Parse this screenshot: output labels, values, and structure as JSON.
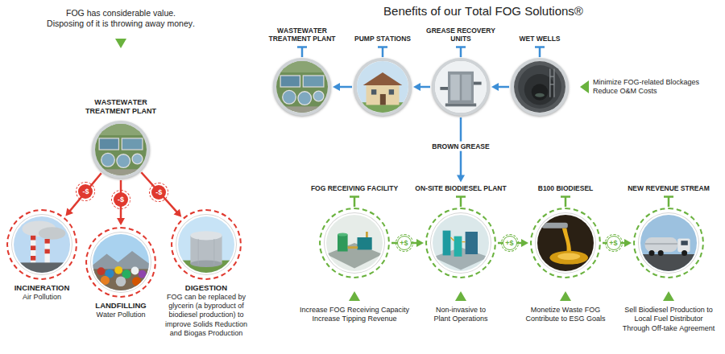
{
  "diagram": {
    "title": "Benefits of our Total FOG Solutions®",
    "nodes": [
      {
        "text": [
          "WASTEWATER TREATMENT PLANT"
        ]
      },
      {
        "text": [
          "INCINERATION",
          "Air Pollution"
        ]
      },
      {
        "text": [
          "LANDFILLING",
          "Water Pollution"
        ]
      },
      {
        "text": [
          "DIGESTION",
          "FOG can be replaced by glycerin (a byproduct of biodiesel production) to improve Solids Reduction and Biogas Production"
        ]
      },
      {
        "text": [
          "WASTEWATER TREATMENT PLANT"
        ]
      },
      {
        "text": [
          "PUMP STATIONS"
        ]
      },
      {
        "text": [
          "GREASE RECOVERY UNITS"
        ]
      },
      {
        "text": [
          "WET WELLS"
        ]
      },
      {
        "text": [
          "FOG RECEIVING FACILITY"
        ]
      },
      {
        "text": [
          "ON-SITE BIODIESEL PLANT"
        ]
      },
      {
        "text": [
          "B100 BIODIESEL"
        ]
      },
      {
        "text": [
          "NEW REVENUE STREAM"
        ]
      }
    ],
    "edges": [
      {
        "from": 0,
        "to": 1,
        "label": "-$",
        "arrow": "to"
      },
      {
        "from": 0,
        "to": 2,
        "label": "-$",
        "arrow": "to"
      },
      {
        "from": 0,
        "to": 3,
        "label": "-$",
        "arrow": "to"
      },
      {
        "from": 7,
        "to": 6,
        "arrow": "to"
      },
      {
        "from": 6,
        "to": 5,
        "arrow": "to"
      },
      {
        "from": 5,
        "to": 4,
        "arrow": "to"
      },
      {
        "from": 6,
        "to": 9,
        "label": "BROWN GREASE",
        "arrow": "to"
      },
      {
        "from": 8,
        "to": 9,
        "label": "+$",
        "arrow": "to"
      },
      {
        "from": 9,
        "to": 10,
        "label": "+$",
        "arrow": "to"
      },
      {
        "from": 10,
        "to": 11,
        "label": "+$",
        "arrow": "to"
      }
    ],
    "labels": [
      "FOG has considerable value. Disposing of it is throwing away money.",
      "Minimize FOG-related Blockages Reduce O&M Costs",
      "Increase FOG Receiving Capacity Increase Tipping Revenue",
      "Non-invasive to Plant Operations",
      "Monetize Waste FOG Contribute to ESG Goals",
      "Sell Biodiesel Production to Local Fuel Distributor Through Off-take Agreement"
    ]
  }
}
